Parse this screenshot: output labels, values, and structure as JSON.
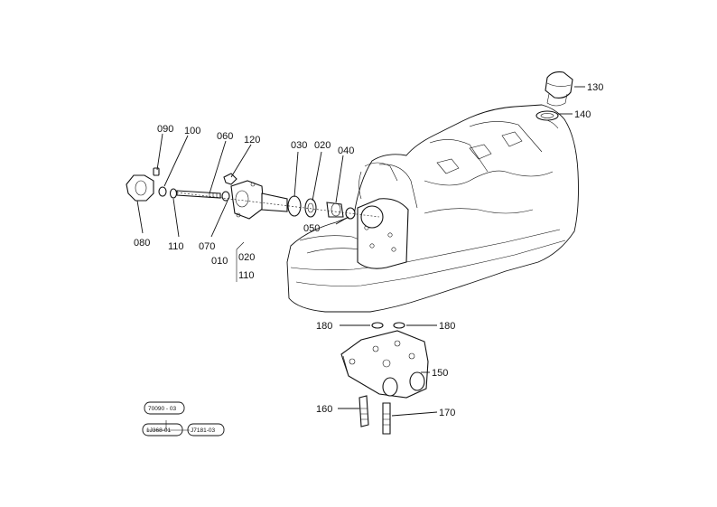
{
  "callouts": {
    "c130": "130",
    "c140": "140",
    "c090": "090",
    "c100": "100",
    "c060": "060",
    "c120": "120",
    "c030": "030",
    "c020a": "020",
    "c040": "040",
    "c050": "050",
    "c080": "080",
    "c110a": "110",
    "c070": "070",
    "c010": "010",
    "c020b": "020",
    "c110b": "110",
    "c180a": "180",
    "c180b": "180",
    "c150": "150",
    "c160": "160",
    "c170": "170"
  },
  "references": {
    "r1": "70090 - 03",
    "r2": "1J368-01",
    "r3": "J7181-03"
  }
}
